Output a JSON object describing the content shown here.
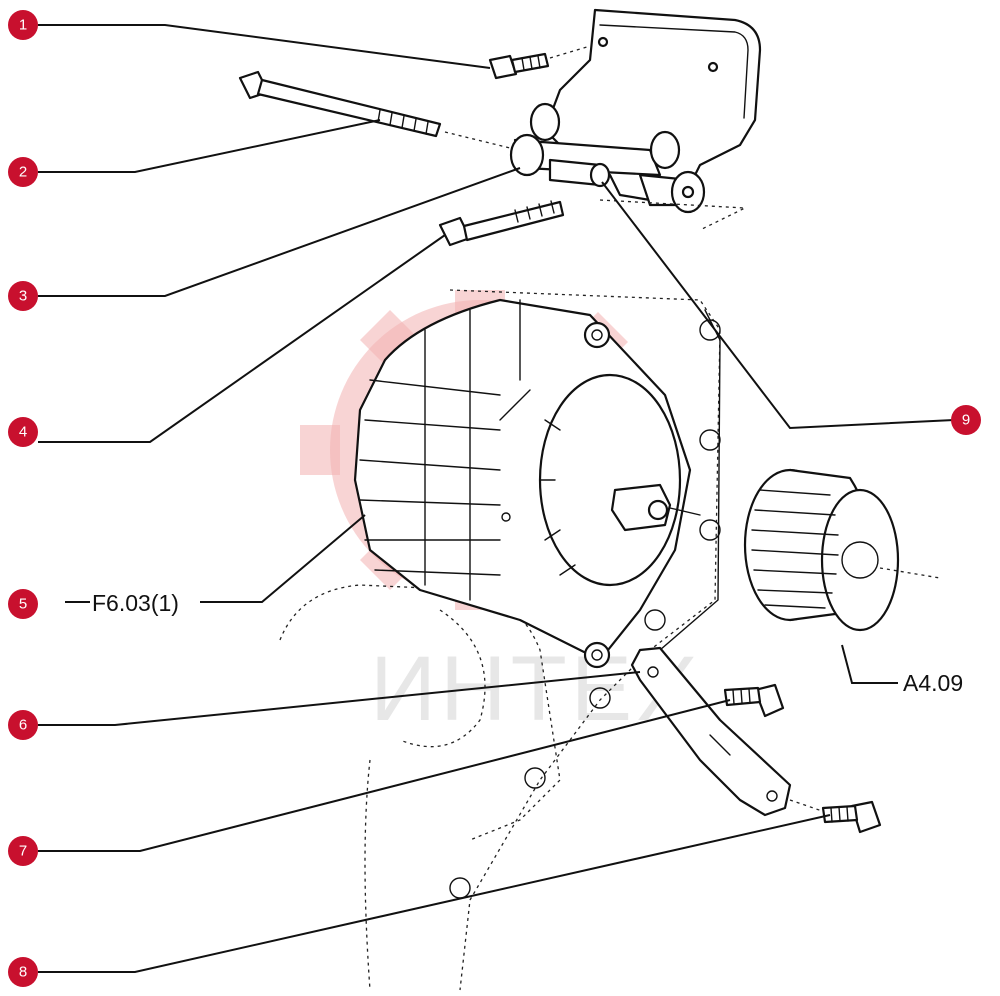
{
  "callouts": [
    {
      "id": "1",
      "label": "1"
    },
    {
      "id": "2",
      "label": "2"
    },
    {
      "id": "3",
      "label": "3"
    },
    {
      "id": "4",
      "label": "4"
    },
    {
      "id": "5",
      "label": "5"
    },
    {
      "id": "6",
      "label": "6"
    },
    {
      "id": "7",
      "label": "7"
    },
    {
      "id": "8",
      "label": "8"
    },
    {
      "id": "9",
      "label": "9"
    }
  ],
  "references": {
    "alternator": "F6.03(1)",
    "pulley": "A4.09"
  },
  "watermark": {
    "text": "ИНТЕХ"
  },
  "colors": {
    "callout_fill": "#c8102e",
    "watermark": "#f3b0b0",
    "ink": "#111111"
  }
}
